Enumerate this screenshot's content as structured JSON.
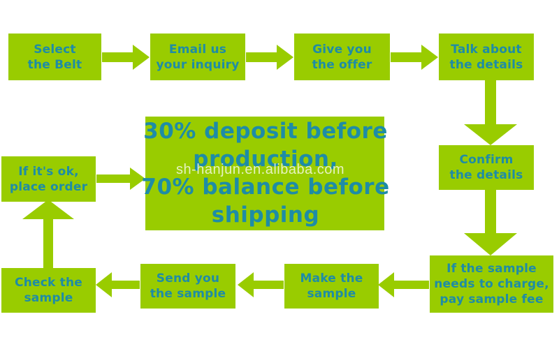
{
  "colors": {
    "box": "#99cc00",
    "text": "#1e8ca6"
  },
  "steps": [
    {
      "id": "select",
      "label": "Select\nthe Belt"
    },
    {
      "id": "email",
      "label": "Email us\nyour inquiry"
    },
    {
      "id": "offer",
      "label": "Give you\nthe offer"
    },
    {
      "id": "talk",
      "label": "Talk about\nthe details"
    },
    {
      "id": "confirm",
      "label": "Confirm\nthe details"
    },
    {
      "id": "sample-fee",
      "label": "If the sample\nneeds to charge,\npay sample fee"
    },
    {
      "id": "make",
      "label": "Make the\nsample"
    },
    {
      "id": "send",
      "label": "Send you\nthe sample"
    },
    {
      "id": "check",
      "label": "Check the\nsample"
    },
    {
      "id": "order",
      "label": "If it's ok,\nplace order"
    }
  ],
  "center": {
    "text": "30% deposit before\nproduction,\n70% balance before\nshipping"
  },
  "watermark": "sh-hanjun.en.alibaba.com"
}
